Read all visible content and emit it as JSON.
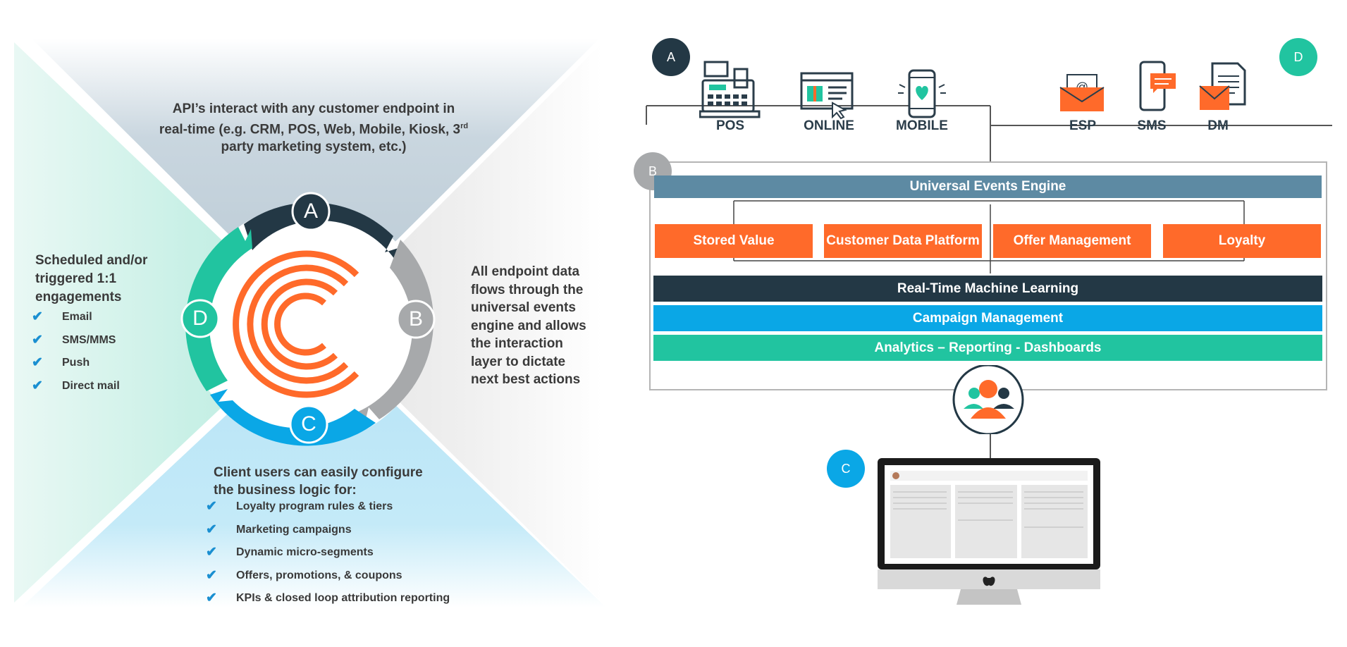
{
  "wheel": {
    "seg_a": "A",
    "seg_b": "B",
    "seg_c": "C",
    "seg_d": "D",
    "colors": {
      "a": "#233845",
      "b": "#a7a9ab",
      "c": "#0aa7e6",
      "d": "#21c4a0",
      "logo": "#ff6a2a"
    }
  },
  "top_quadrant": {
    "line1": "API’s interact with any customer endpoint in",
    "line2": "real-time (e.g. CRM, POS, Web, Mobile, Kiosk, 3",
    "line2_sup": "rd",
    "line3": "party marketing system, etc.)"
  },
  "left_quadrant": {
    "line1": "Scheduled and/or",
    "line2": "triggered 1:1",
    "line3": "engagements",
    "items": [
      "Email",
      "SMS/MMS",
      "Push",
      "Direct mail"
    ]
  },
  "right_quadrant": {
    "lines": [
      "All endpoint data",
      "flows through the",
      "universal events",
      "engine and allows",
      "the interaction",
      "layer to dictate",
      "next best actions"
    ]
  },
  "bottom_quadrant": {
    "line1": "Client users can easily configure",
    "line2": "the business logic for:",
    "items": [
      "Loyalty program rules & tiers",
      "Marketing campaigns",
      "Dynamic micro-segments",
      "Offers, promotions, & coupons",
      "KPIs & closed loop attribution reporting"
    ]
  },
  "architecture": {
    "badge_a": "A",
    "badge_b": "B",
    "badge_c": "C",
    "badge_d": "D",
    "channels_left": [
      "POS",
      "ONLINE",
      "MOBILE"
    ],
    "channels_right": [
      "ESP",
      "SMS",
      "DM"
    ],
    "events_engine": "Universal Events Engine",
    "modules": [
      "Stored Value",
      "Customer Data Platform",
      "Offer Management",
      "Loyalty"
    ],
    "ml_bar": "Real-Time Machine Learning",
    "campaign_bar": "Campaign Management",
    "analytics_bar": "Analytics – Reporting - Dashboards",
    "icons": [
      "cash-register-icon",
      "browser-gift-icon",
      "mobile-heart-icon",
      "email-envelope-icon",
      "sms-phone-icon",
      "direct-mail-icon",
      "users-group-icon",
      "desktop-monitor-icon",
      "apple-logo-icon"
    ]
  }
}
